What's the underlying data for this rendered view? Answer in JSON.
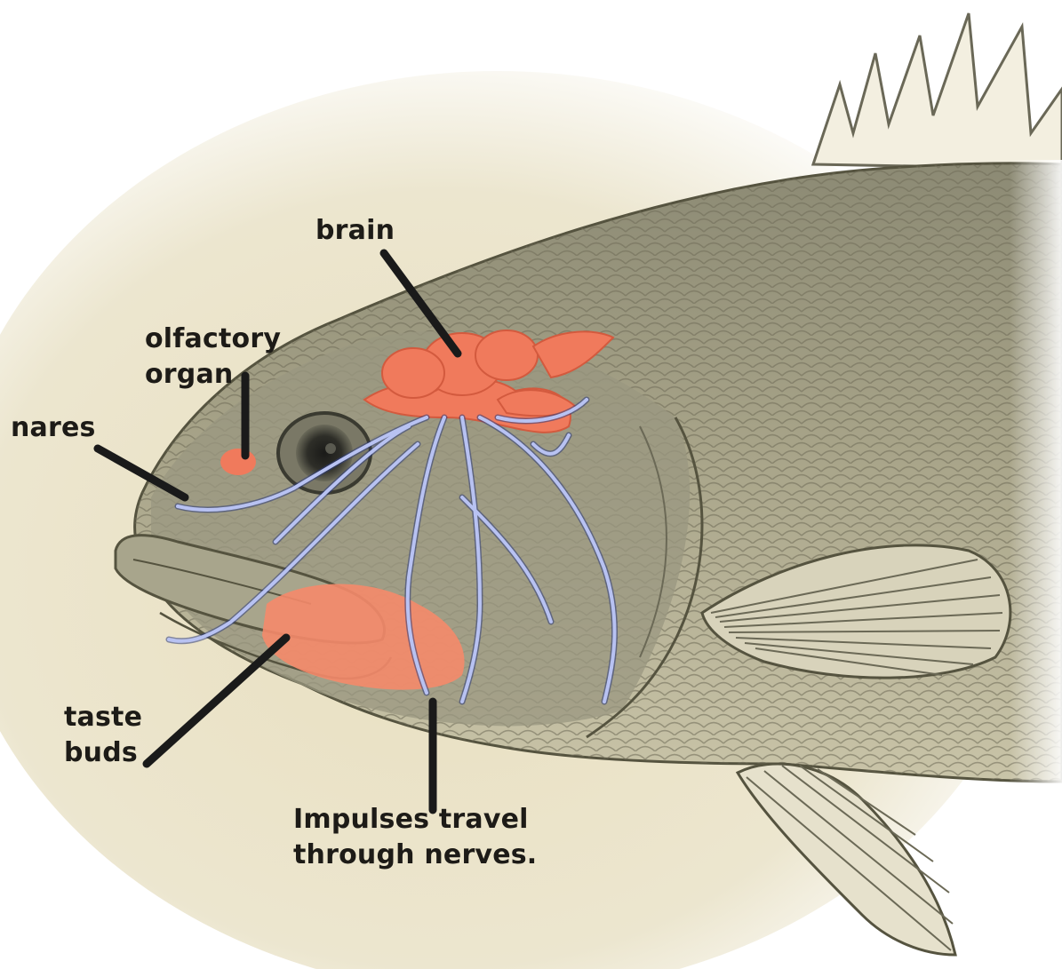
{
  "labels": {
    "brain": "brain",
    "olfactory_line1": "olfactory",
    "olfactory_line2": "organ",
    "nares": "nares",
    "taste_line1": "taste",
    "taste_line2": "buds",
    "impulses_line1": "Impulses travel",
    "impulses_line2": "through nerves."
  },
  "colors": {
    "background_warm": "#e7dfc4",
    "fish_body": "#a39e84",
    "fish_dark": "#5a5a48",
    "organ_red": "#f07a5c",
    "nerve_blue": "#8a96d8",
    "leader_line": "#1a1a1a"
  }
}
